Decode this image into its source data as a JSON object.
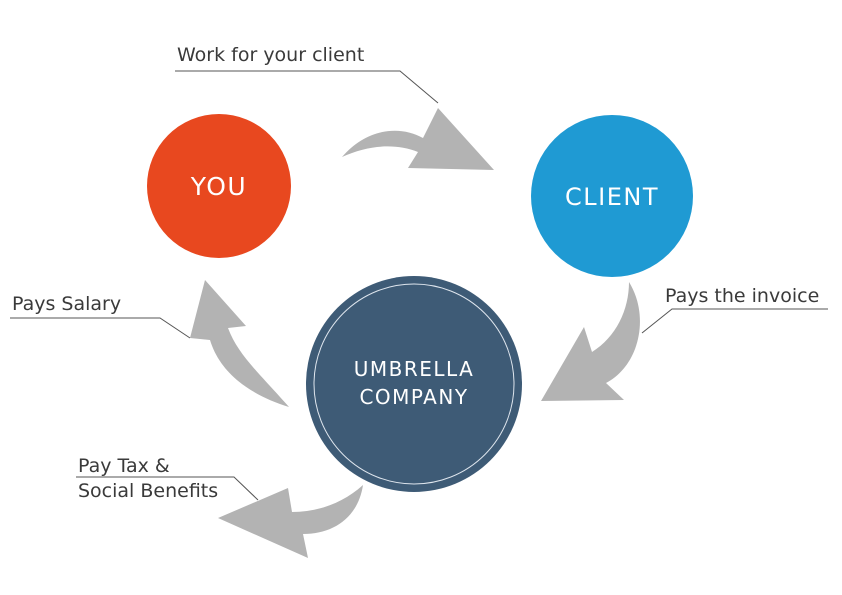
{
  "nodes": {
    "you": {
      "label": "YOU",
      "color": "#e8481f"
    },
    "client": {
      "label": "CLIENT",
      "color": "#1f9ad3"
    },
    "umbrella": {
      "line1": "UMBRELLA",
      "line2": "COMPANY",
      "color": "#3e5b76",
      "ring_color": "#dfe6ee"
    }
  },
  "flows": {
    "work": {
      "label": "Work for your client"
    },
    "invoice": {
      "label": "Pays the invoice"
    },
    "salary": {
      "label": "Pays Salary"
    },
    "tax": {
      "line1": "Pay Tax &",
      "line2": "Social Benefits"
    }
  },
  "arrow_color": "#b3b3b3"
}
